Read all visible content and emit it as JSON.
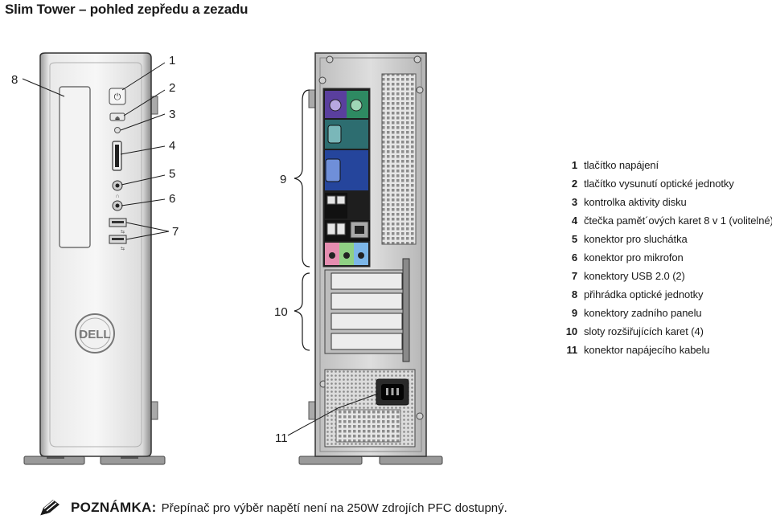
{
  "title": "Slim Tower – pohled zepředu a zezadu",
  "callouts": {
    "c1": "1",
    "c2": "2",
    "c3": "3",
    "c4": "4",
    "c5": "5",
    "c6": "6",
    "c7": "7",
    "c8": "8",
    "c9": "9",
    "c10": "10",
    "c11": "11"
  },
  "front_logo": "DELL",
  "legend": [
    {
      "num": "1",
      "text": "tlačítko napájení"
    },
    {
      "num": "2",
      "text": "tlačítko vysunutí optické jednotky"
    },
    {
      "num": "3",
      "text": "kontrolka aktivity disku"
    },
    {
      "num": "4",
      "text": "čtečka pamět´ových karet 8 v 1 (volitelné)"
    },
    {
      "num": "5",
      "text": "konektor pro sluchátka"
    },
    {
      "num": "6",
      "text": "konektor pro mikrofon"
    },
    {
      "num": "7",
      "text": "konektory USB 2.0 (2)"
    },
    {
      "num": "8",
      "text": "přihrádka optické jednotky"
    },
    {
      "num": "9",
      "text": "konektory zadního panelu"
    },
    {
      "num": "10",
      "text": "sloty rozšiřujících karet (4)"
    },
    {
      "num": "11",
      "text": "konektor napájecího kabelu"
    }
  ],
  "note": {
    "label": "POZNÁMKA:",
    "text": "Přepínač pro výběr napětí není na 250W zdrojích PFC dostupný."
  }
}
